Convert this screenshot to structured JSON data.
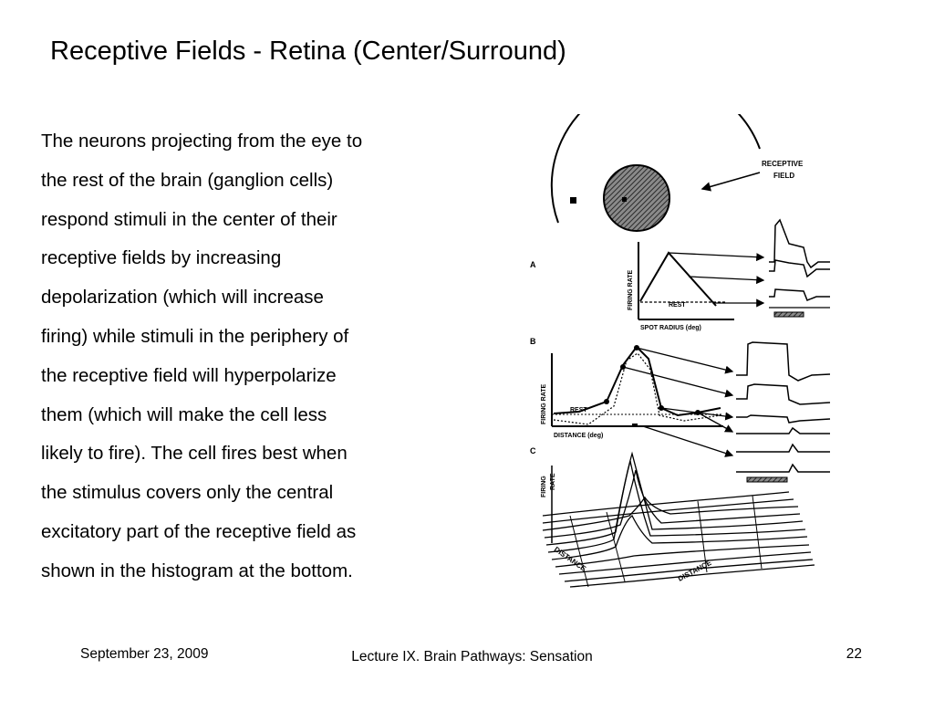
{
  "slide": {
    "title": "Receptive Fields - Retina (Center/Surround)",
    "body_lines": [
      "The neurons projecting from the eye to",
      "the rest of the brain (ganglion cells)",
      "respond stimuli in the center of their",
      "receptive fields by increasing",
      "depolarization (which will increase",
      "firing) while stimuli in the periphery of",
      "the receptive field will hyperpolarize",
      "them (which will make the cell less",
      "likely to fire). The cell fires best when",
      "the stimulus covers only the central",
      "excitatory part of the receptive field as",
      "shown in the histogram at the bottom."
    ]
  },
  "figure": {
    "receptive_field_label_1": "RECEPTIVE",
    "receptive_field_label_2": "FIELD",
    "panel_a": "A",
    "panel_b": "B",
    "panel_c": "C",
    "firing_rate": "FIRING RATE",
    "firing_rate_c1": "FIRING",
    "firing_rate_c2": "RATE",
    "rest": "REST",
    "spot_radius": "SPOT RADIUS (deg)",
    "distance_deg": "DISTANCE (deg)",
    "distance": "DISTANCE"
  },
  "footer": {
    "date": "September 23, 2009",
    "lecture": "Lecture IX. Brain Pathways: Sensation",
    "page_number": "22"
  }
}
